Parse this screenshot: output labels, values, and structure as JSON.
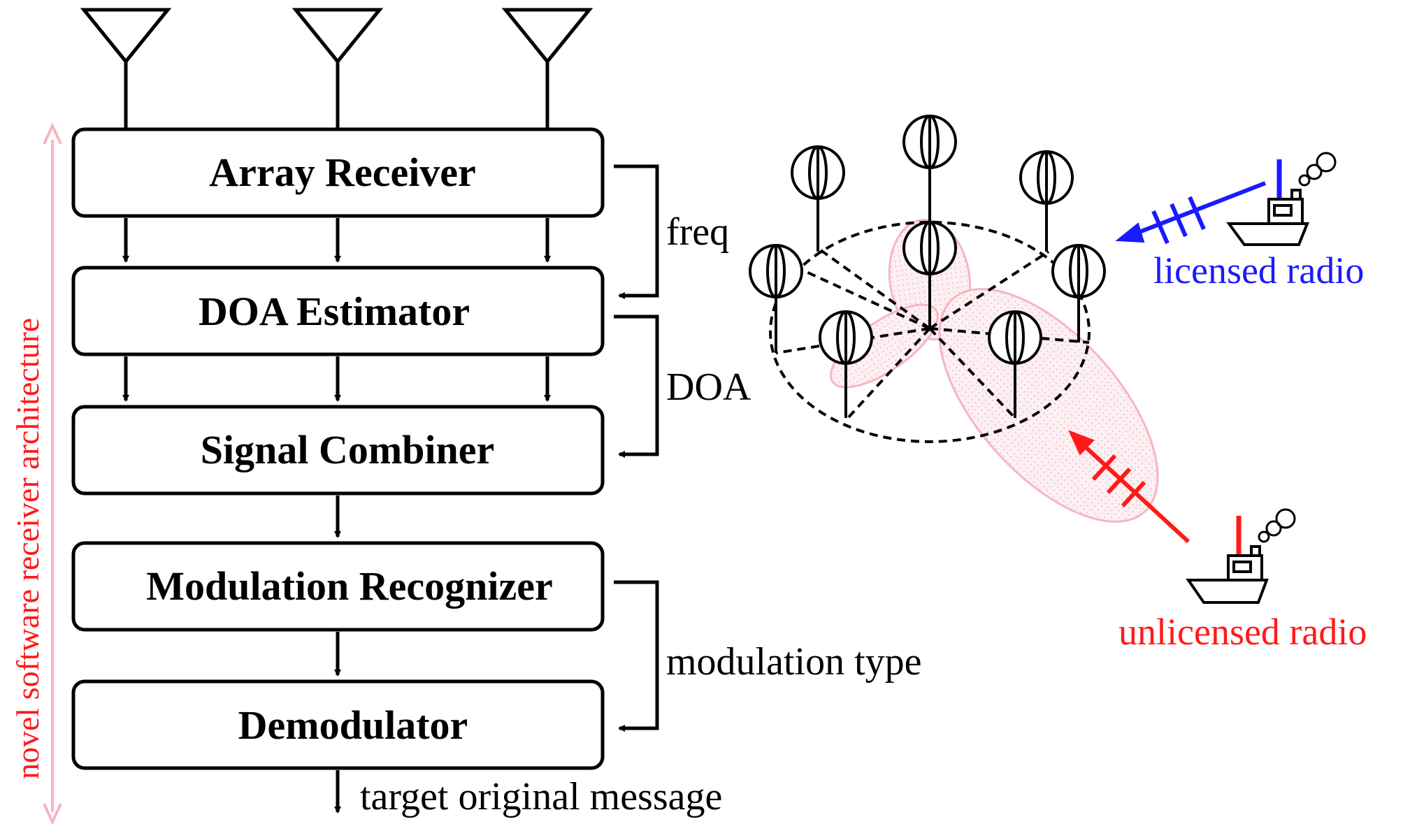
{
  "blocks": {
    "array_receiver": "Array Receiver",
    "doa_estimator": "DOA Estimator",
    "signal_combiner": "Signal Combiner",
    "modulation_recognizer": "Modulation Recognizer",
    "demodulator": "Demodulator"
  },
  "feedback_labels": {
    "freq": "freq",
    "doa": "DOA",
    "modulation_type": "modulation type"
  },
  "output_label": "target original message",
  "vertical_label": "novel software receiver architecture",
  "radios": {
    "licensed": "licensed radio",
    "unlicensed": "unlicensed radio"
  },
  "colors": {
    "licensed": "#1a1aff",
    "unlicensed": "#ff1a1a",
    "architecture_arrow": "#f7b5c3",
    "beam_fill": "#fbe3e8",
    "beam_stroke": "#f7b5c3"
  }
}
